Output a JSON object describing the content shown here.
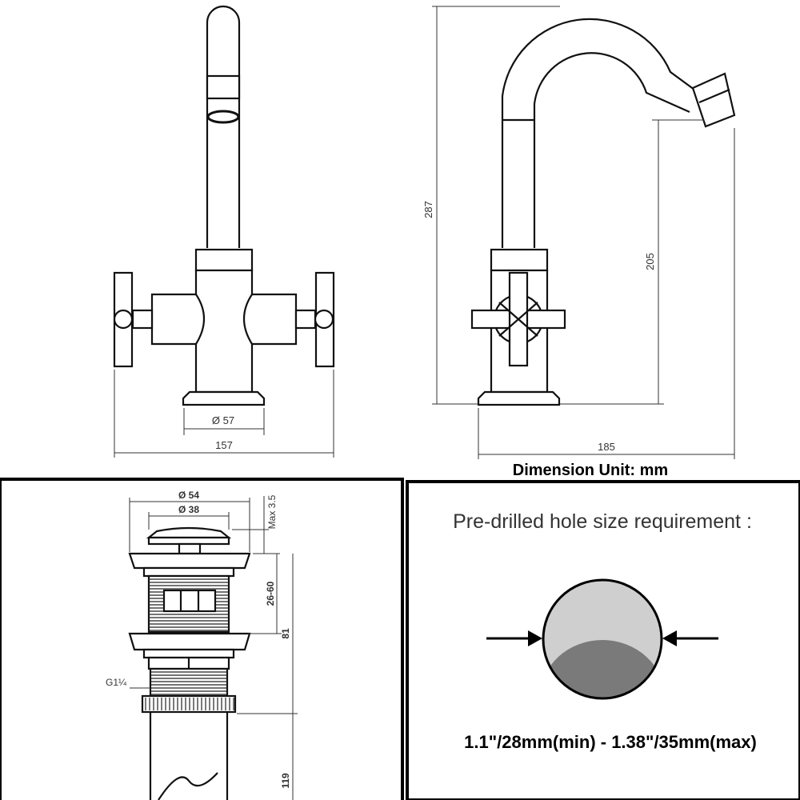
{
  "colors": {
    "line": "#111111",
    "dim_text": "#333333",
    "hole_light": "#cfcfcf",
    "hole_dark": "#7a7a7a",
    "background": "#ffffff"
  },
  "front_view": {
    "base_diameter": "Ø 57",
    "width": "157"
  },
  "side_view": {
    "total_height": "287",
    "spout_height": "205",
    "projection": "185"
  },
  "unit_note": "Dimension Unit: mm",
  "waste": {
    "top_diameter": "Ø 54",
    "inner_diameter": "Ø 38",
    "max_protrusion": "Max 3.5",
    "thickness_range": "26-60",
    "body_height": "81",
    "thread": "G1¼",
    "tail_length": "119"
  },
  "hole_panel": {
    "title": "Pre-drilled hole size requirement :",
    "range": "1.1\"/28mm(min) - 1.38\"/35mm(max)"
  }
}
